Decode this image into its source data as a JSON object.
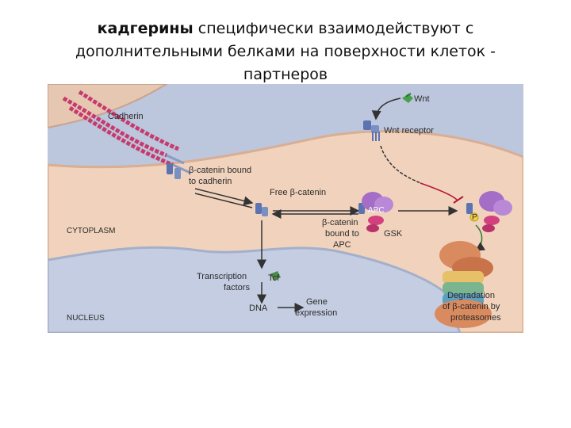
{
  "title": {
    "bold": "кадгерины",
    "line1_rest": " специфически взаимодействуют с",
    "line2": "дополнительными белками на поверхности клеток -",
    "line3": "партнеров"
  },
  "diagram": {
    "labels": {
      "cadherin": "Cadherin",
      "wnt": "Wnt",
      "wnt_receptor": "Wnt receptor",
      "bcat_bound_l1": "β-catenin bound",
      "bcat_bound_l2": "to cadherin",
      "free_bcat": "Free β-catenin",
      "apc_on_complex": "APC",
      "bcat_apc_l1": "β-catenin",
      "bcat_apc_l2": "bound to",
      "bcat_apc_l3": "APC",
      "gsk": "GSK",
      "p_marker": "P",
      "cytoplasm": "CYTOPLASM",
      "transcription_l1": "Transcription",
      "transcription_l2": "factors",
      "tcf": "Tcf",
      "dna": "DNA",
      "gene_l1": "Gene",
      "gene_l2": "expression",
      "nucleus": "NUCLEUS",
      "degradation_l1": "Degradation",
      "degradation_l2": "of β-catenin by",
      "degradation_l3": "proteasomes"
    },
    "colors": {
      "background": "#bcc6dc",
      "cell": "#f1d3bd",
      "nucleus": "#c4cde2",
      "cadherin": "#c63a6e",
      "catenin": "#5b73b0",
      "apc": "#a46ec6",
      "gsk": "#d2417e",
      "wnt": "#49a04a",
      "proteasome": "#d98a5e"
    }
  }
}
